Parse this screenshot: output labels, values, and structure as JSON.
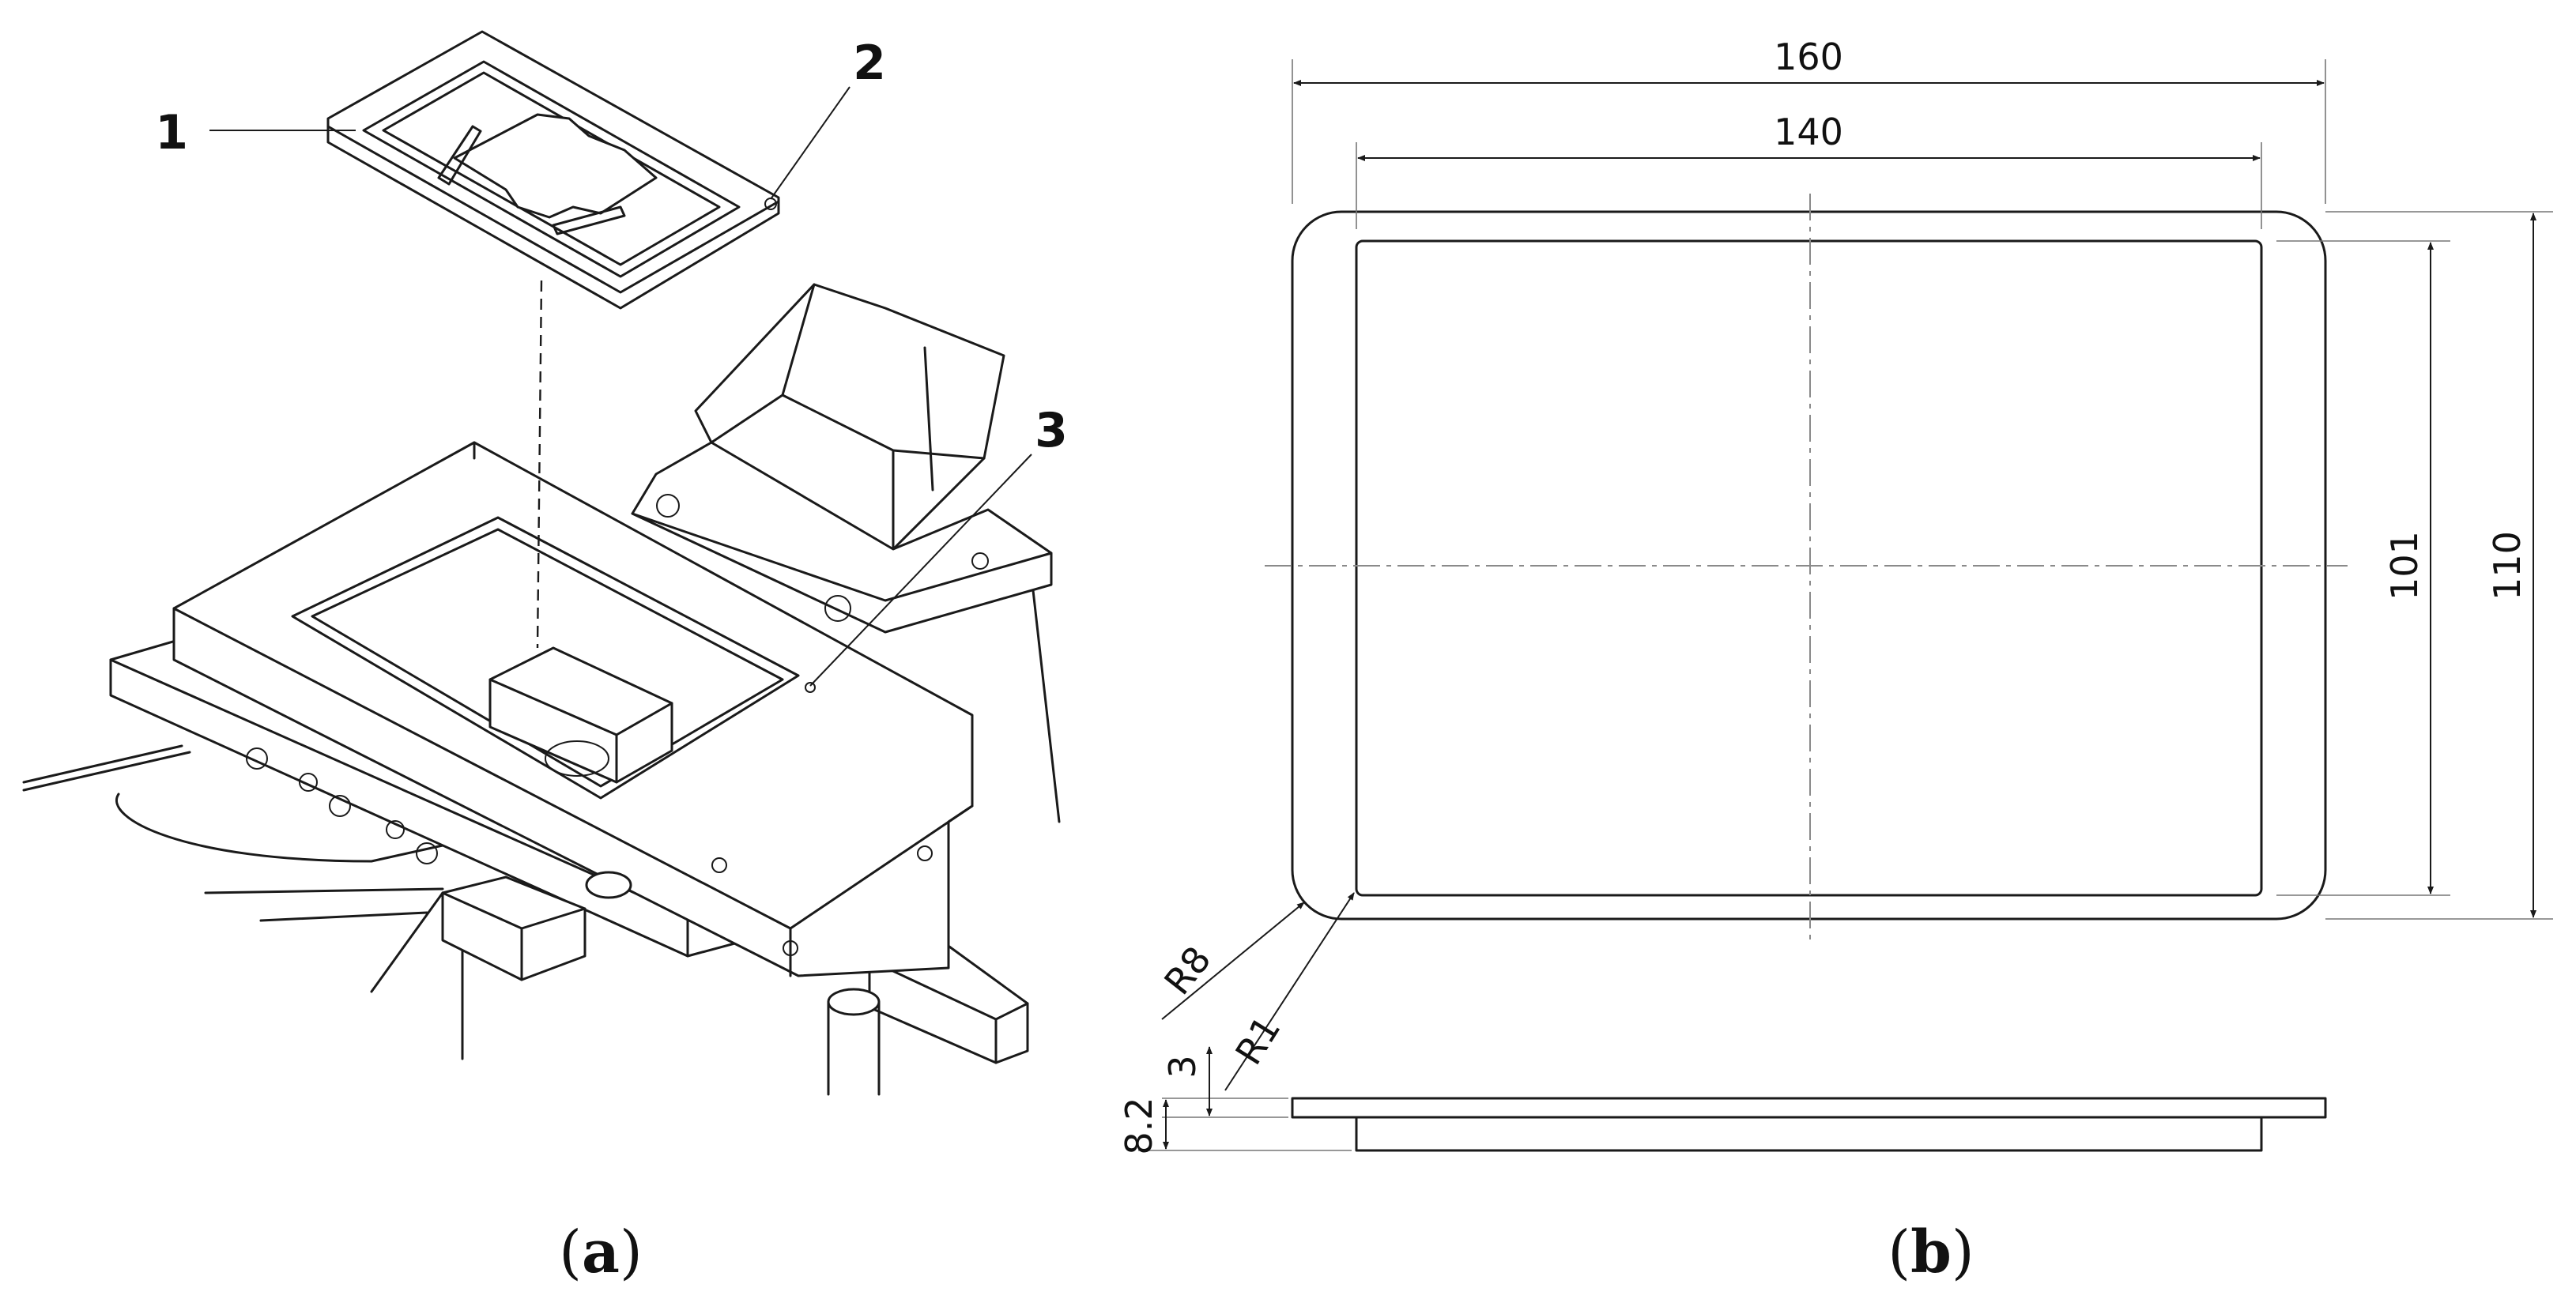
{
  "panel_a": {
    "callouts": {
      "c1": "1",
      "c2": "2",
      "c3": "3"
    },
    "caption_open": "(",
    "caption_letter": "a",
    "caption_close": ")"
  },
  "panel_b": {
    "dims": {
      "overall_width": "160",
      "inner_width": "140",
      "inner_height": "101",
      "overall_height": "110",
      "outer_radius": "R8",
      "inner_radius": "R1",
      "plate_thickness": "3",
      "total_thickness": "8.2"
    },
    "caption_open": "(",
    "caption_letter": "b",
    "caption_close": ")"
  }
}
